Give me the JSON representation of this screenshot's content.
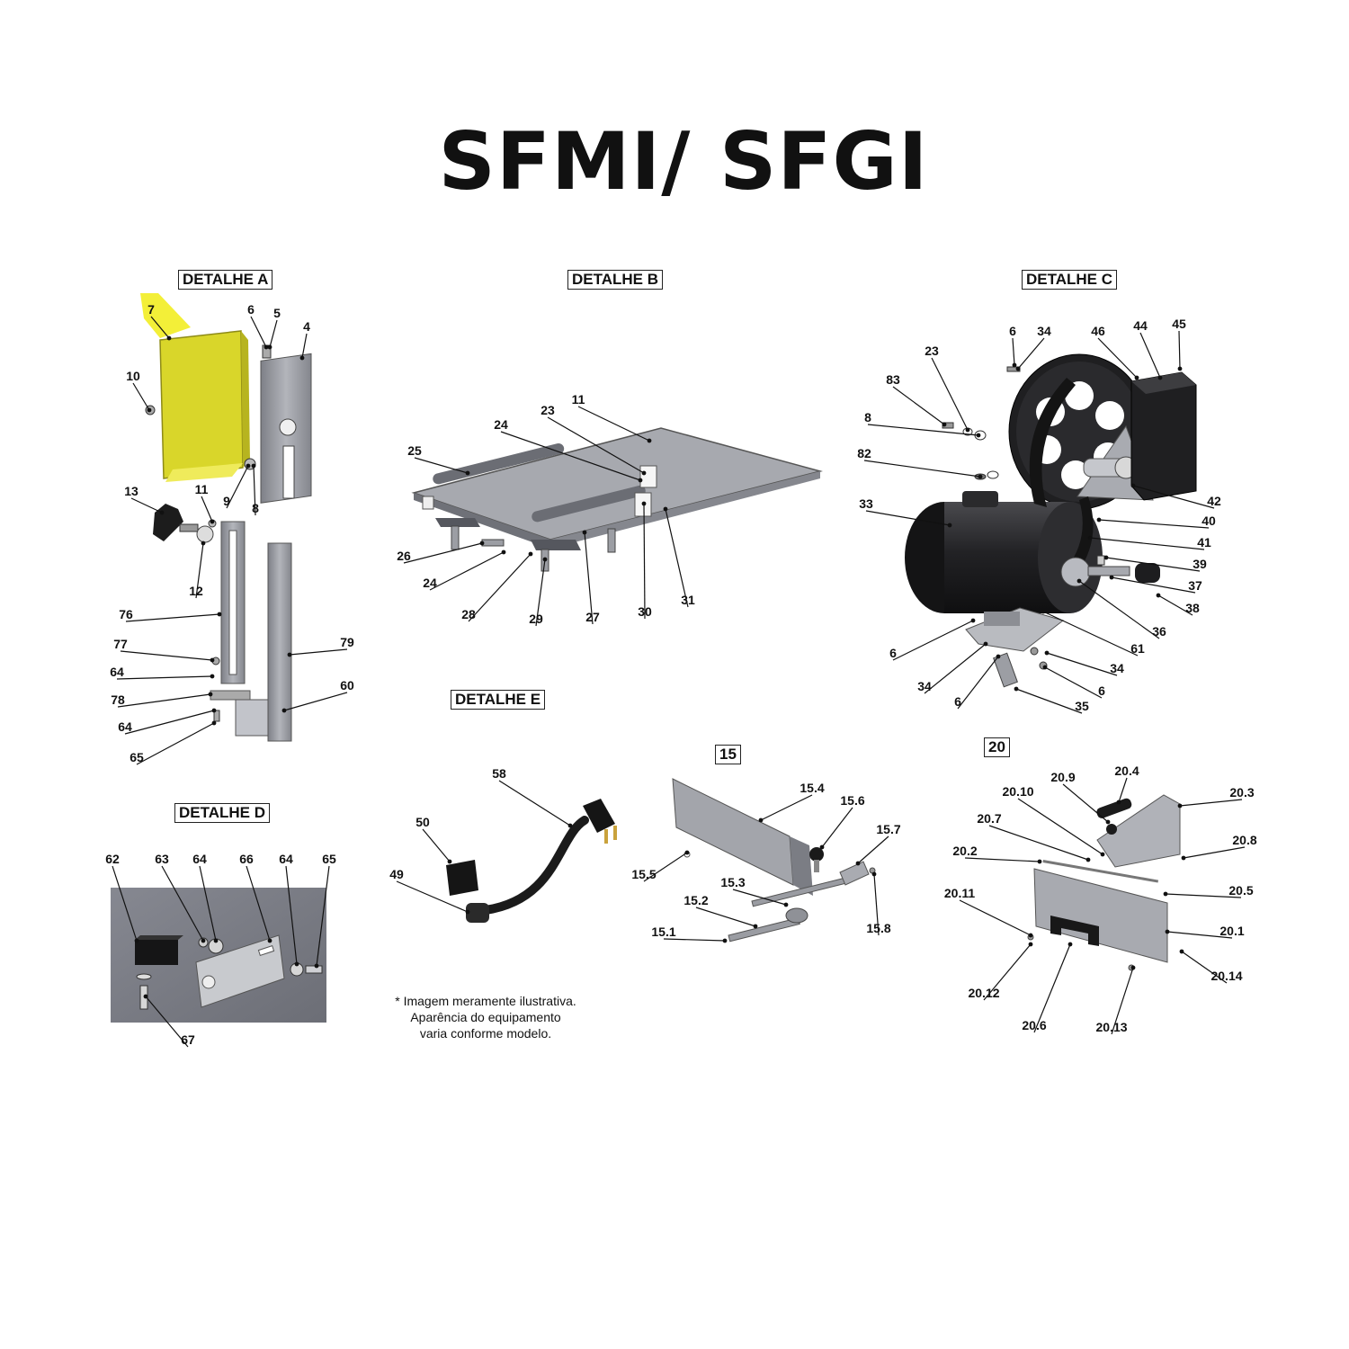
{
  "title": "SFMI/ SFGI",
  "colors": {
    "highlight": "#d9d62a",
    "metal": "#9a9ca3",
    "metal_dark": "#62646b",
    "part_black": "#1d1d1f",
    "panel_bg": "#7a7c84"
  },
  "sections": {
    "a": {
      "label": "DETALHE A",
      "callouts": [
        "7",
        "6",
        "5",
        "4",
        "10",
        "9",
        "8",
        "13",
        "11",
        "12",
        "76",
        "77",
        "64",
        "78",
        "64",
        "65",
        "79",
        "60"
      ]
    },
    "b": {
      "label": "DETALHE B",
      "callouts": [
        "11",
        "23",
        "24",
        "25",
        "26",
        "24",
        "28",
        "29",
        "27",
        "30",
        "31"
      ]
    },
    "c": {
      "label": "DETALHE C",
      "callouts": [
        "6",
        "34",
        "46",
        "44",
        "45",
        "23",
        "83",
        "8",
        "82",
        "33",
        "42",
        "40",
        "41",
        "39",
        "37",
        "38",
        "36",
        "61",
        "6",
        "34",
        "6",
        "34",
        "6",
        "35"
      ]
    },
    "d": {
      "label": "DETALHE D",
      "callouts": [
        "62",
        "63",
        "64",
        "66",
        "64",
        "65",
        "67"
      ]
    },
    "e": {
      "label": "DETALHE E",
      "callouts": [
        "58",
        "50",
        "49"
      ]
    },
    "s15": {
      "label": "15",
      "callouts": [
        "15.4",
        "15.6",
        "15.7",
        "15.5",
        "15.3",
        "15.2",
        "15.8",
        "15.1"
      ]
    },
    "s20": {
      "label": "20",
      "callouts": [
        "20.4",
        "20.9",
        "20.10",
        "20.3",
        "20.7",
        "20.8",
        "20.2",
        "20.5",
        "20.11",
        "20.1",
        "20.14",
        "20.12",
        "20.6",
        "20.13"
      ]
    }
  },
  "note": {
    "line1": "* Imagem meramente ilustrativa.",
    "line2": "Aparência do equipamento",
    "line3": "varia conforme modelo."
  }
}
